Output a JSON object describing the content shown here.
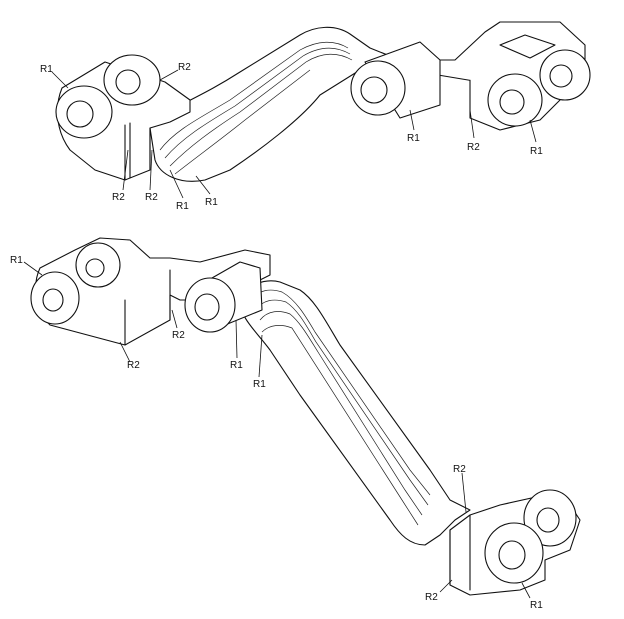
{
  "labels": {
    "top": {
      "r1_left": "R1",
      "r2_top": "R2",
      "r2_bottom_a": "R2",
      "r2_bottom_b": "R2",
      "r1_bottom_a": "R1",
      "r1_bottom_b": "R1",
      "r1_right_a": "R1",
      "r2_right": "R2",
      "r1_right_b": "R1"
    },
    "bottom": {
      "r1_left": "R1",
      "r2_left": "R2",
      "r2_mid": "R2",
      "r1_mid_a": "R1",
      "r1_mid_b": "R1",
      "r2_end_top": "R2",
      "r2_end_bottom": "R2",
      "r1_end": "R1"
    }
  }
}
